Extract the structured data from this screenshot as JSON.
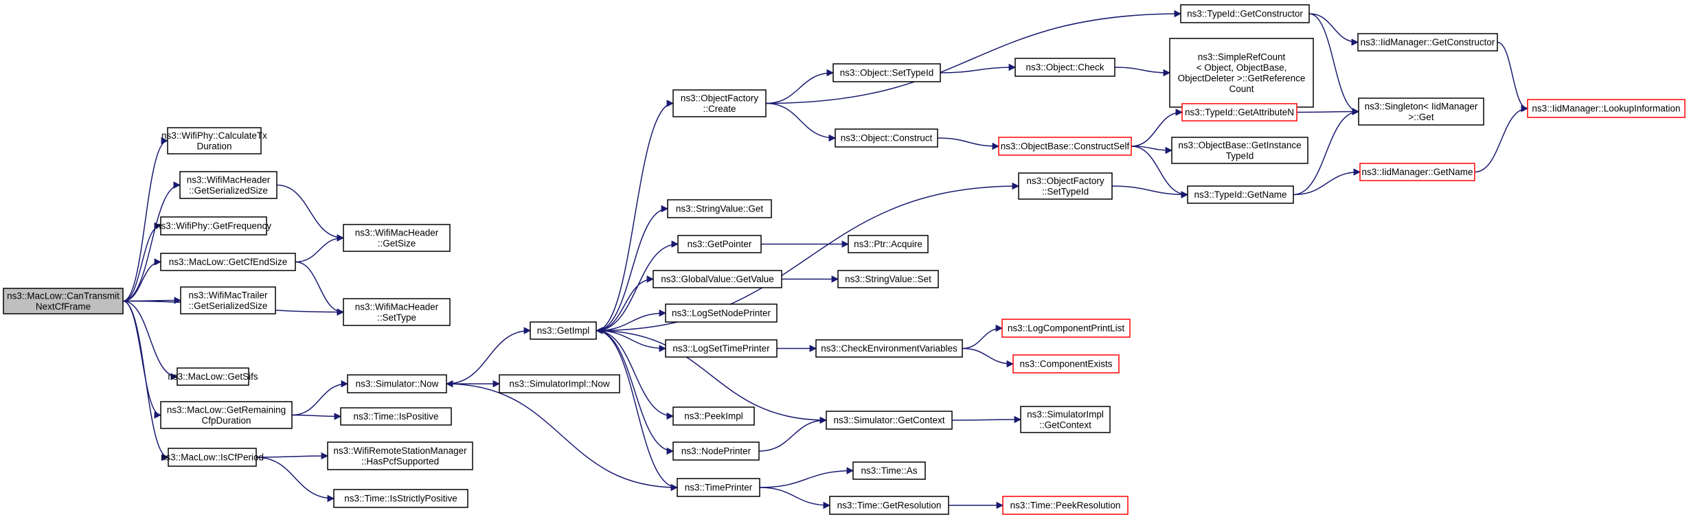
{
  "colors": {
    "edge": "#191970",
    "root_fill": "#bfbfbf",
    "truncated_border": "#ff0000",
    "node_border": "#000000"
  },
  "nodes": {
    "canTransmit": {
      "lines": [
        "ns3::MacLow::CanTransmit",
        "NextCfFrame"
      ],
      "root": true
    },
    "calcTx": {
      "lines": [
        "ns3::WifiPhy::CalculateTx",
        "Duration"
      ]
    },
    "hdrSerSize": {
      "lines": [
        "ns3::WifiMacHeader",
        "::GetSerializedSize"
      ]
    },
    "getFreq": {
      "lines": [
        "ns3::WifiPhy::GetFrequency"
      ]
    },
    "cfEndSize": {
      "lines": [
        "ns3::MacLow::GetCfEndSize"
      ]
    },
    "trailerSer": {
      "lines": [
        "ns3::WifiMacTrailer",
        "::GetSerializedSize"
      ]
    },
    "getSifs": {
      "lines": [
        "ns3::MacLow::GetSifs"
      ]
    },
    "getRemaining": {
      "lines": [
        "ns3::MacLow::GetRemaining",
        "CfpDuration"
      ]
    },
    "isCfPeriod": {
      "lines": [
        "ns3::MacLow::IsCfPeriod"
      ]
    },
    "hdrGetSize": {
      "lines": [
        "ns3::WifiMacHeader",
        "::GetSize"
      ]
    },
    "hdrSetType": {
      "lines": [
        "ns3::WifiMacHeader",
        "::SetType"
      ]
    },
    "simNow": {
      "lines": [
        "ns3::Simulator::Now"
      ]
    },
    "timeIsPositive": {
      "lines": [
        "ns3::Time::IsPositive"
      ]
    },
    "hasPcf": {
      "lines": [
        "ns3::WifiRemoteStationManager",
        "::HasPcfSupported"
      ]
    },
    "isStrictlyPos": {
      "lines": [
        "ns3::Time::IsStrictlyPositive"
      ]
    },
    "simImplNow": {
      "lines": [
        "ns3::SimulatorImpl::Now"
      ]
    },
    "getImpl": {
      "lines": [
        "ns3::GetImpl"
      ]
    },
    "objFactCreate": {
      "lines": [
        "ns3::ObjectFactory",
        "::Create"
      ]
    },
    "strValGet": {
      "lines": [
        "ns3::StringValue::Get"
      ]
    },
    "getPointer": {
      "lines": [
        "ns3::GetPointer"
      ]
    },
    "gvGetValue": {
      "lines": [
        "ns3::GlobalValue::GetValue"
      ]
    },
    "logSetNode": {
      "lines": [
        "ns3::LogSetNodePrinter"
      ]
    },
    "logSetTime": {
      "lines": [
        "ns3::LogSetTimePrinter"
      ]
    },
    "peekImpl": {
      "lines": [
        "ns3::PeekImpl"
      ]
    },
    "nodePrinter": {
      "lines": [
        "ns3::NodePrinter"
      ]
    },
    "timePrinter": {
      "lines": [
        "ns3::TimePrinter"
      ]
    },
    "objSetTypeId": {
      "lines": [
        "ns3::Object::SetTypeId"
      ]
    },
    "objConstruct": {
      "lines": [
        "ns3::Object::Construct"
      ]
    },
    "ptrAcquire": {
      "lines": [
        "ns3::Ptr::Acquire"
      ]
    },
    "strValSet": {
      "lines": [
        "ns3::StringValue::Set"
      ]
    },
    "checkEnv": {
      "lines": [
        "ns3::CheckEnvironmentVariables"
      ]
    },
    "simGetContext": {
      "lines": [
        "ns3::Simulator::GetContext"
      ]
    },
    "timeAs": {
      "lines": [
        "ns3::Time::As"
      ]
    },
    "timeGetRes": {
      "lines": [
        "ns3::Time::GetResolution"
      ]
    },
    "typeIdGetCtor": {
      "lines": [
        "ns3::TypeId::GetConstructor"
      ]
    },
    "objCheck": {
      "lines": [
        "ns3::Object::Check"
      ]
    },
    "objBaseConstruct": {
      "lines": [
        "ns3::ObjectBase::ConstructSelf"
      ],
      "truncated": true
    },
    "objFactSetTypeId": {
      "lines": [
        "ns3::ObjectFactory",
        "::SetTypeId"
      ]
    },
    "logCompPrint": {
      "lines": [
        "ns3::LogComponentPrintList"
      ],
      "truncated": true
    },
    "compExists": {
      "lines": [
        "ns3::ComponentExists"
      ],
      "truncated": true
    },
    "simImplGetCtx": {
      "lines": [
        "ns3::SimulatorImpl",
        "::GetContext"
      ]
    },
    "peekRes": {
      "lines": [
        "ns3::Time::PeekResolution"
      ],
      "truncated": true
    },
    "simpleRefCount": {
      "lines": [
        "ns3::SimpleRefCount",
        "< Object, ObjectBase,",
        "ObjectDeleter >::GetReference",
        "Count"
      ]
    },
    "typeIdGetAttr": {
      "lines": [
        "ns3::TypeId::GetAttributeN"
      ],
      "truncated": true
    },
    "objBaseGetInst": {
      "lines": [
        "ns3::ObjectBase::GetInstance",
        "TypeId"
      ]
    },
    "typeIdGetName": {
      "lines": [
        "ns3::TypeId::GetName"
      ]
    },
    "iidGetCtor": {
      "lines": [
        "ns3::IidManager::GetConstructor"
      ]
    },
    "singletonGet": {
      "lines": [
        "ns3::Singleton< IidManager",
        ">::Get"
      ]
    },
    "iidGetName": {
      "lines": [
        "ns3::IidManager::GetName"
      ],
      "truncated": true
    },
    "iidLookup": {
      "lines": [
        "ns3::IidManager::LookupInformation"
      ],
      "truncated": true
    }
  },
  "edges": [
    [
      "canTransmit",
      "calcTx"
    ],
    [
      "canTransmit",
      "hdrSerSize"
    ],
    [
      "canTransmit",
      "getFreq"
    ],
    [
      "canTransmit",
      "cfEndSize"
    ],
    [
      "canTransmit",
      "trailerSer"
    ],
    [
      "canTransmit",
      "hdrSetType"
    ],
    [
      "canTransmit",
      "getSifs"
    ],
    [
      "canTransmit",
      "getRemaining"
    ],
    [
      "canTransmit",
      "isCfPeriod"
    ],
    [
      "hdrSerSize",
      "hdrGetSize"
    ],
    [
      "cfEndSize",
      "hdrGetSize"
    ],
    [
      "cfEndSize",
      "hdrSetType"
    ],
    [
      "getRemaining",
      "simNow"
    ],
    [
      "getRemaining",
      "timeIsPositive"
    ],
    [
      "isCfPeriod",
      "hasPcf"
    ],
    [
      "isCfPeriod",
      "isStrictlyPos"
    ],
    [
      "simNow",
      "getImpl"
    ],
    [
      "simNow",
      "simImplNow"
    ],
    [
      "getImpl",
      "objFactCreate"
    ],
    [
      "getImpl",
      "objFactSetTypeId"
    ],
    [
      "getImpl",
      "strValGet"
    ],
    [
      "getImpl",
      "getPointer"
    ],
    [
      "getImpl",
      "gvGetValue"
    ],
    [
      "getImpl",
      "logSetNode"
    ],
    [
      "getImpl",
      "logSetTime"
    ],
    [
      "getImpl",
      "peekImpl"
    ],
    [
      "getImpl",
      "nodePrinter"
    ],
    [
      "getImpl",
      "timePrinter"
    ],
    [
      "simGetContext",
      "getImpl"
    ],
    [
      "timePrinter",
      "simNow"
    ],
    [
      "objFactCreate",
      "typeIdGetCtor"
    ],
    [
      "objFactCreate",
      "objSetTypeId"
    ],
    [
      "objFactCreate",
      "objConstruct"
    ],
    [
      "objSetTypeId",
      "objCheck"
    ],
    [
      "objCheck",
      "simpleRefCount"
    ],
    [
      "objConstruct",
      "objBaseConstruct"
    ],
    [
      "objBaseConstruct",
      "typeIdGetAttr"
    ],
    [
      "objBaseConstruct",
      "objBaseGetInst"
    ],
    [
      "objBaseConstruct",
      "typeIdGetName"
    ],
    [
      "objFactSetTypeId",
      "typeIdGetName"
    ],
    [
      "typeIdGetCtor",
      "iidGetCtor"
    ],
    [
      "typeIdGetCtor",
      "singletonGet"
    ],
    [
      "typeIdGetAttr",
      "singletonGet"
    ],
    [
      "typeIdGetName",
      "singletonGet"
    ],
    [
      "typeIdGetName",
      "iidGetName"
    ],
    [
      "iidGetCtor",
      "iidLookup"
    ],
    [
      "iidGetName",
      "iidLookup"
    ],
    [
      "getPointer",
      "ptrAcquire"
    ],
    [
      "gvGetValue",
      "strValSet"
    ],
    [
      "logSetTime",
      "checkEnv"
    ],
    [
      "checkEnv",
      "logCompPrint"
    ],
    [
      "checkEnv",
      "compExists"
    ],
    [
      "nodePrinter",
      "simGetContext"
    ],
    [
      "simGetContext",
      "simImplGetCtx"
    ],
    [
      "timePrinter",
      "timeAs"
    ],
    [
      "timePrinter",
      "timeGetRes"
    ],
    [
      "timeGetRes",
      "peekRes"
    ]
  ]
}
